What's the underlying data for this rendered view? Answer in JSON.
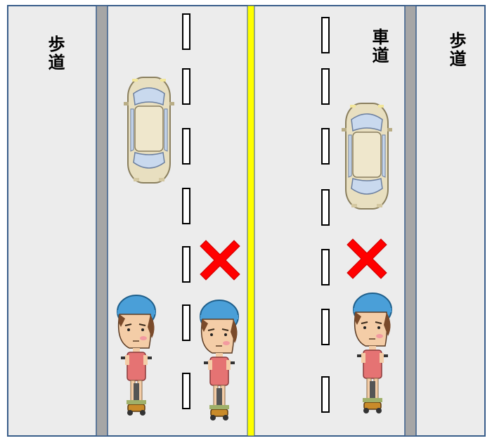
{
  "labels": {
    "left_sidewalk": "歩道",
    "roadway": "車道",
    "right_sidewalk": "歩道"
  },
  "colors": {
    "road": "#ececec",
    "border": "#385d8a",
    "curb": "#a6a6a6",
    "center_line": "#ffff00",
    "lane_marking": "#ffffff",
    "prohibited_mark": "#ff0000",
    "helmet": "#4a9fd8",
    "shirt": "#e57373",
    "car_body": "#e8dfc0",
    "car_glass": "#c9d9ee"
  },
  "icons": {
    "car": "car-icon",
    "rider": "kickboard-rider-icon",
    "prohibited": "cross-mark-icon"
  }
}
